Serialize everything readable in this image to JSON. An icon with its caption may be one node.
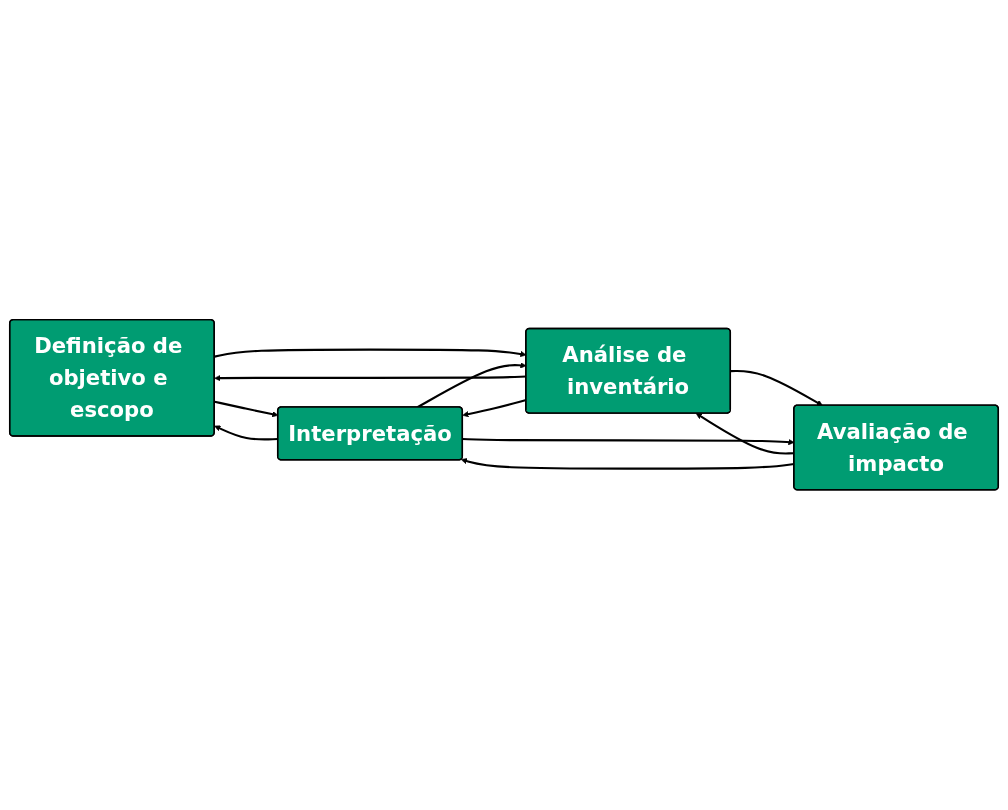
{
  "diagram": {
    "nodes": [
      {
        "text": [
          "Definição de objetivo e escopo"
        ]
      },
      {
        "text": [
          "Análise de inventário"
        ]
      },
      {
        "text": [
          "Avaliação de impacto"
        ]
      },
      {
        "text": [
          "Interpretação"
        ]
      }
    ],
    "edges": [
      {
        "from": 0,
        "to": 3,
        "arrow": "to"
      },
      {
        "from": 3,
        "to": 0,
        "arrow": "to"
      },
      {
        "from": 0,
        "to": 1,
        "arrow": "to"
      },
      {
        "from": 1,
        "to": 0,
        "arrow": "to"
      },
      {
        "from": 1,
        "to": 3,
        "arrow": "to"
      },
      {
        "from": 3,
        "to": 1,
        "arrow": "to"
      },
      {
        "from": 1,
        "to": 2,
        "arrow": "to"
      },
      {
        "from": 2,
        "to": 1,
        "arrow": "to"
      },
      {
        "from": 2,
        "to": 3,
        "arrow": "to"
      },
      {
        "from": 3,
        "to": 2,
        "arrow": "to"
      }
    ]
  }
}
